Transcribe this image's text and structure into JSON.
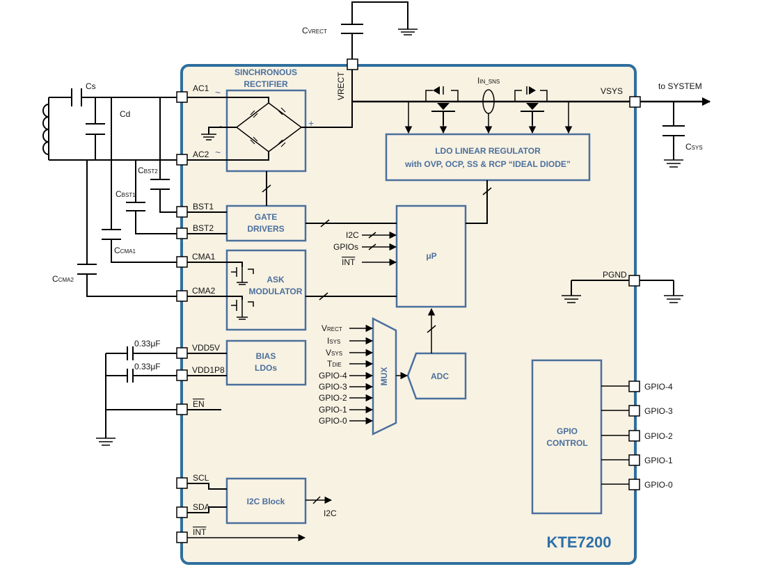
{
  "colors": {
    "chip_fill": "#f8f2e3",
    "chip_border": "#2e6f9e",
    "block_border": "#4a6f9c",
    "block_text": "#4a6f9c",
    "title": "#2e6fa8"
  },
  "chip": {
    "title": "KTE7200"
  },
  "blocks": {
    "rectifier": [
      "SINCHRONOUS",
      "RECTIFIER"
    ],
    "ldo": [
      "LDO LINEAR REGULATOR",
      "with OVP, OCP, SS & RCP “IDEAL DIODE”"
    ],
    "gate_drivers": [
      "GATE",
      "DRIVERS"
    ],
    "ask_modulator": [
      "ASK",
      "MODULATOR"
    ],
    "bias": [
      "BIAS",
      "LDOs"
    ],
    "i2c_block": "I2C Block",
    "mcu": "μP",
    "adc": "ADC",
    "mux": "MUX",
    "gpio_control": [
      "GPIO",
      "CONTROL"
    ]
  },
  "pins_left": [
    "AC1",
    "AC2",
    "BST1",
    "BST2",
    "CMA1",
    "CMA2",
    "VDD5V",
    "VDD1P8",
    "EN",
    "SCL",
    "SDA",
    "INT"
  ],
  "pins_right": [
    "VSYS",
    "PGND",
    "GPIO-4",
    "GPIO-3",
    "GPIO-2",
    "GPIO-1",
    "GPIO-0"
  ],
  "pin_top": "VRECT",
  "mcu_inputs": [
    "I2C",
    "GPIOs",
    "INT"
  ],
  "mux_inputs": [
    {
      "main": "V",
      "sub": "RECT"
    },
    {
      "main": "I",
      "sub": "SYS"
    },
    {
      "main": "V",
      "sub": "SYS"
    },
    {
      "main": "T",
      "sub": "DIE"
    },
    {
      "main": "GPIO-4",
      "sub": ""
    },
    {
      "main": "GPIO-3",
      "sub": ""
    },
    {
      "main": "GPIO-2",
      "sub": ""
    },
    {
      "main": "GPIO-1",
      "sub": ""
    },
    {
      "main": "GPIO-0",
      "sub": ""
    }
  ],
  "components": {
    "cs": "Cs",
    "cd": "Cd",
    "cbst2": {
      "main": "C",
      "sub": "BST2"
    },
    "cbst1": {
      "main": "C",
      "sub": "BST1"
    },
    "cma1": {
      "main": "C",
      "sub": "CMA1"
    },
    "cma2": {
      "main": "C",
      "sub": "CMA2"
    },
    "cvrect": {
      "main": "C",
      "sub": "VRECT"
    },
    "csys": {
      "main": "C",
      "sub": "SYS"
    },
    "iin_sns": {
      "main": "I",
      "sub": "IN_SNS"
    },
    "cap_vdd5v": "0.33μF",
    "cap_vdd1p8": "0.33μF"
  },
  "external": {
    "to_system": "to SYSTEM",
    "i2c_out": "I2C",
    "ac_tilde": "~",
    "minus": "-",
    "plus": "+"
  }
}
